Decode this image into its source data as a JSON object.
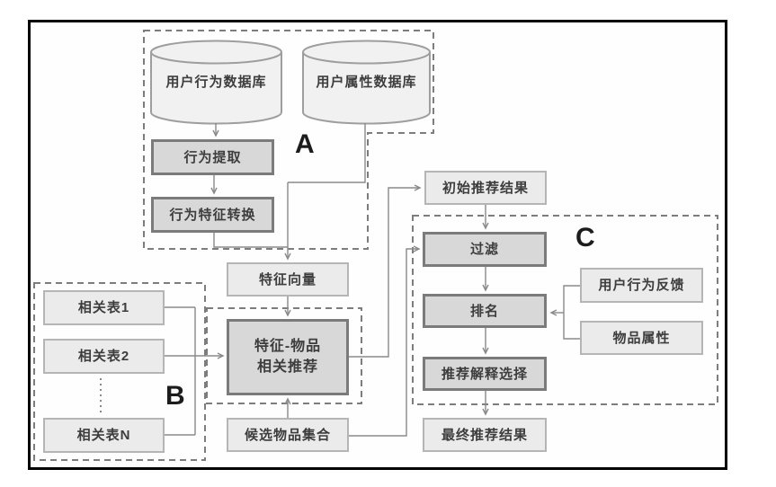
{
  "diagram": {
    "section_labels": {
      "a": "A",
      "b": "B",
      "c": "C"
    },
    "nodes": {
      "user_behavior_db": {
        "label": "用户行为数据库",
        "shape": "database-cylinder"
      },
      "user_attr_db": {
        "label": "用户属性数据库",
        "shape": "database-cylinder"
      },
      "behavior_extract": {
        "label": "行为提取"
      },
      "behavior_feature_convert": {
        "label": "行为特征转换"
      },
      "feature_vector": {
        "label": "特征向量"
      },
      "related_table_1": {
        "label": "相关表1"
      },
      "related_table_2": {
        "label": "相关表2"
      },
      "related_table_n": {
        "label": "相关表N"
      },
      "feature_item_recommend": {
        "label": "特征-物品\n相关推荐"
      },
      "candidate_item_set": {
        "label": "候选物品集合"
      },
      "initial_recommend_result": {
        "label": "初始推荐结果"
      },
      "filter": {
        "label": "过滤"
      },
      "ranking": {
        "label": "排名"
      },
      "user_behavior_feedback": {
        "label": "用户行为反馈"
      },
      "item_attributes": {
        "label": "物品属性"
      },
      "recommend_explanation_select": {
        "label": "推荐解释选择"
      },
      "final_recommend_result": {
        "label": "最终推荐结果"
      }
    },
    "colors": {
      "box_light_fill": "#ebebeb",
      "box_light_border": "#b5b5b5",
      "box_dark_fill": "#d8d8d8",
      "box_dark_border": "#7b7b7b",
      "cylinder_fill": "#f1f1f1",
      "cylinder_border": "#9e9e9e",
      "connector_line": "#8a8a8a",
      "dashed_border": "#7d7d7d",
      "frame_border": "#000000"
    }
  }
}
